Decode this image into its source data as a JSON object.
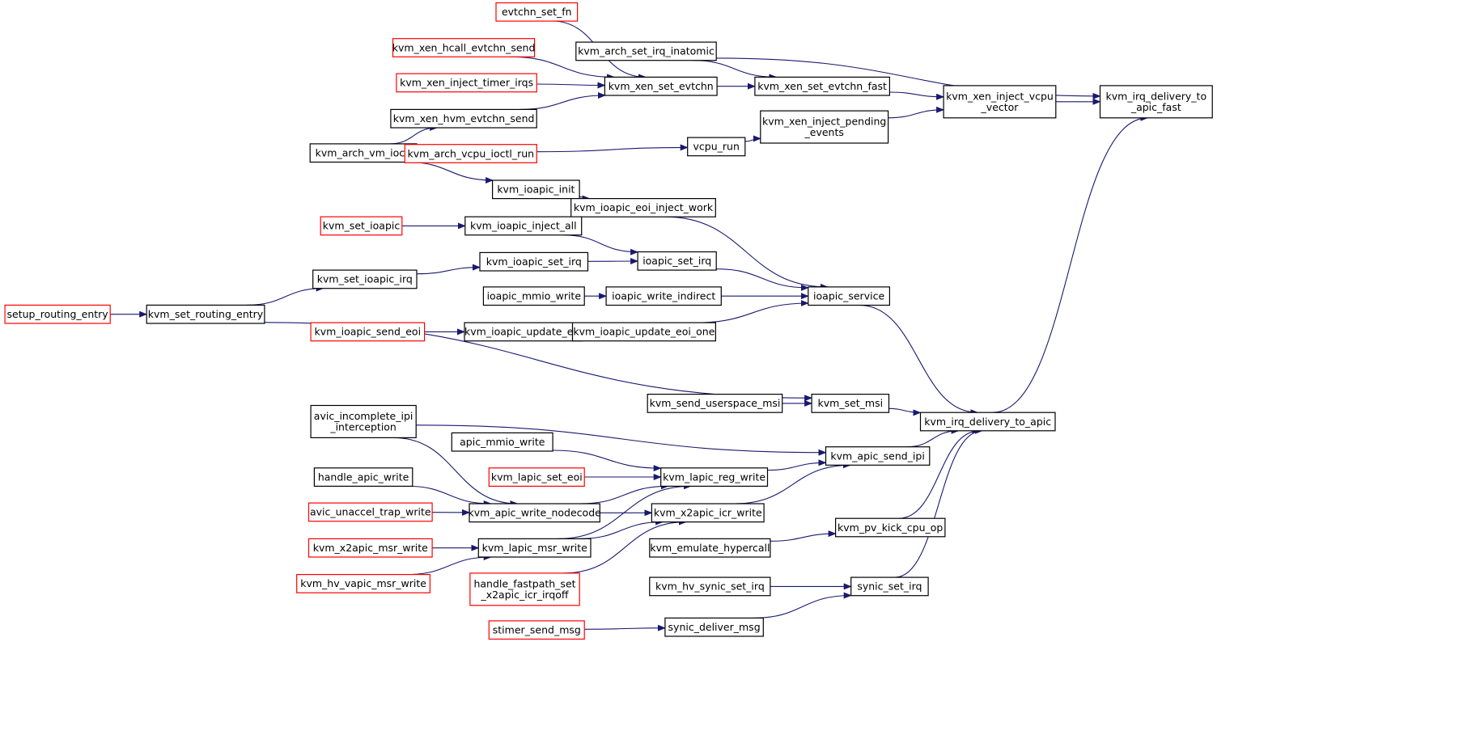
{
  "colors": {
    "edge": "#191970",
    "border_black": "#000000",
    "border_red": "#ff0000",
    "focus_fill": "#bfbfbf"
  },
  "nodes": {
    "kvm_irq_delivery_to_apic_fast": {
      "lines": [
        "kvm_irq_delivery_to",
        "_apic_fast"
      ],
      "style": "focus"
    },
    "kvm_xen_inject_vcpu_vector": {
      "lines": [
        "kvm_xen_inject_vcpu",
        "_vector"
      ],
      "style": "black"
    },
    "kvm_irq_delivery_to_apic": {
      "lines": [
        "kvm_irq_delivery_to_apic"
      ],
      "style": "black"
    },
    "kvm_arch_set_irq_inatomic": {
      "lines": [
        "kvm_arch_set_irq_inatomic"
      ],
      "style": "black"
    },
    "kvm_xen_set_evtchn_fast": {
      "lines": [
        "kvm_xen_set_evtchn_fast"
      ],
      "style": "black"
    },
    "kvm_xen_inject_pending_events": {
      "lines": [
        "kvm_xen_inject_pending",
        "_events"
      ],
      "style": "black"
    },
    "kvm_xen_set_evtchn": {
      "lines": [
        "kvm_xen_set_evtchn"
      ],
      "style": "black"
    },
    "evtchn_set_fn": {
      "lines": [
        "evtchn_set_fn"
      ],
      "style": "red"
    },
    "kvm_xen_hcall_evtchn_send": {
      "lines": [
        "kvm_xen_hcall_evtchn_send"
      ],
      "style": "red"
    },
    "kvm_xen_inject_timer_irqs": {
      "lines": [
        "kvm_xen_inject_timer_irqs"
      ],
      "style": "red"
    },
    "kvm_xen_hvm_evtchn_send": {
      "lines": [
        "kvm_xen_hvm_evtchn_send"
      ],
      "style": "black"
    },
    "kvm_arch_vm_ioctl": {
      "lines": [
        "kvm_arch_vm_ioctl"
      ],
      "style": "black"
    },
    "vcpu_run": {
      "lines": [
        "vcpu_run"
      ],
      "style": "black"
    },
    "kvm_arch_vcpu_ioctl_run": {
      "lines": [
        "kvm_arch_vcpu_ioctl_run"
      ],
      "style": "red"
    },
    "kvm_ioapic_init": {
      "lines": [
        "kvm_ioapic_init"
      ],
      "style": "black"
    },
    "kvm_ioapic_eoi_inject_work": {
      "lines": [
        "kvm_ioapic_eoi_inject_work"
      ],
      "style": "black"
    },
    "kvm_set_ioapic": {
      "lines": [
        "kvm_set_ioapic"
      ],
      "style": "red"
    },
    "kvm_ioapic_inject_all": {
      "lines": [
        "kvm_ioapic_inject_all"
      ],
      "style": "black"
    },
    "ioapic_set_irq": {
      "lines": [
        "ioapic_set_irq"
      ],
      "style": "black"
    },
    "kvm_ioapic_set_irq": {
      "lines": [
        "kvm_ioapic_set_irq"
      ],
      "style": "black"
    },
    "kvm_set_ioapic_irq": {
      "lines": [
        "kvm_set_ioapic_irq"
      ],
      "style": "black"
    },
    "ioapic_mmio_write": {
      "lines": [
        "ioapic_mmio_write"
      ],
      "style": "black"
    },
    "ioapic_write_indirect": {
      "lines": [
        "ioapic_write_indirect"
      ],
      "style": "black"
    },
    "ioapic_service": {
      "lines": [
        "ioapic_service"
      ],
      "style": "black"
    },
    "setup_routing_entry": {
      "lines": [
        "setup_routing_entry"
      ],
      "style": "red"
    },
    "kvm_set_routing_entry": {
      "lines": [
        "kvm_set_routing_entry"
      ],
      "style": "black"
    },
    "kvm_ioapic_send_eoi": {
      "lines": [
        "kvm_ioapic_send_eoi"
      ],
      "style": "red"
    },
    "kvm_ioapic_update_eoi": {
      "lines": [
        "kvm_ioapic_update_eoi"
      ],
      "style": "black"
    },
    "kvm_ioapic_update_eoi_one": {
      "lines": [
        "kvm_ioapic_update_eoi_one"
      ],
      "style": "black"
    },
    "kvm_send_userspace_msi": {
      "lines": [
        "kvm_send_userspace_msi"
      ],
      "style": "black"
    },
    "kvm_set_msi": {
      "lines": [
        "kvm_set_msi"
      ],
      "style": "black"
    },
    "avic_incomplete_ipi_interception": {
      "lines": [
        "avic_incomplete_ipi",
        "_interception"
      ],
      "style": "black"
    },
    "kvm_apic_send_ipi": {
      "lines": [
        "kvm_apic_send_ipi"
      ],
      "style": "black"
    },
    "apic_mmio_write": {
      "lines": [
        "apic_mmio_write"
      ],
      "style": "black"
    },
    "kvm_lapic_set_eoi": {
      "lines": [
        "kvm_lapic_set_eoi"
      ],
      "style": "red"
    },
    "kvm_lapic_reg_write": {
      "lines": [
        "kvm_lapic_reg_write"
      ],
      "style": "black"
    },
    "handle_apic_write": {
      "lines": [
        "handle_apic_write"
      ],
      "style": "black"
    },
    "avic_unaccel_trap_write": {
      "lines": [
        "avic_unaccel_trap_write"
      ],
      "style": "red"
    },
    "kvm_apic_write_nodecode": {
      "lines": [
        "kvm_apic_write_nodecode"
      ],
      "style": "black"
    },
    "kvm_x2apic_icr_write": {
      "lines": [
        "kvm_x2apic_icr_write"
      ],
      "style": "black"
    },
    "kvm_pv_kick_cpu_op": {
      "lines": [
        "kvm_pv_kick_cpu_op"
      ],
      "style": "black"
    },
    "kvm_x2apic_msr_write": {
      "lines": [
        "kvm_x2apic_msr_write"
      ],
      "style": "red"
    },
    "kvm_lapic_msr_write": {
      "lines": [
        "kvm_lapic_msr_write"
      ],
      "style": "black"
    },
    "kvm_emulate_hypercall": {
      "lines": [
        "kvm_emulate_hypercall"
      ],
      "style": "black"
    },
    "kvm_hv_vapic_msr_write": {
      "lines": [
        "kvm_hv_vapic_msr_write"
      ],
      "style": "red"
    },
    "handle_fastpath_set_x2apic_icr_irqoff": {
      "lines": [
        "handle_fastpath_set",
        "_x2apic_icr_irqoff"
      ],
      "style": "red"
    },
    "kvm_hv_synic_set_irq": {
      "lines": [
        "kvm_hv_synic_set_irq"
      ],
      "style": "black"
    },
    "synic_set_irq": {
      "lines": [
        "synic_set_irq"
      ],
      "style": "black"
    },
    "stimer_send_msg": {
      "lines": [
        "stimer_send_msg"
      ],
      "style": "red"
    },
    "synic_deliver_msg": {
      "lines": [
        "synic_deliver_msg"
      ],
      "style": "black"
    }
  },
  "edges": [
    [
      "kvm_xen_inject_vcpu_vector",
      "kvm_irq_delivery_to_apic_fast"
    ],
    [
      "kvm_arch_set_irq_inatomic",
      "kvm_irq_delivery_to_apic_fast"
    ],
    [
      "kvm_irq_delivery_to_apic",
      "kvm_irq_delivery_to_apic_fast"
    ],
    [
      "kvm_xen_set_evtchn_fast",
      "kvm_xen_inject_vcpu_vector"
    ],
    [
      "kvm_xen_inject_pending_events",
      "kvm_xen_inject_vcpu_vector"
    ],
    [
      "kvm_arch_set_irq_inatomic",
      "kvm_xen_set_evtchn_fast"
    ],
    [
      "kvm_xen_set_evtchn",
      "kvm_xen_set_evtchn_fast"
    ],
    [
      "evtchn_set_fn",
      "kvm_xen_set_evtchn"
    ],
    [
      "kvm_xen_hcall_evtchn_send",
      "kvm_xen_set_evtchn"
    ],
    [
      "kvm_xen_inject_timer_irqs",
      "kvm_xen_set_evtchn"
    ],
    [
      "kvm_xen_hvm_evtchn_send",
      "kvm_xen_set_evtchn"
    ],
    [
      "kvm_arch_vm_ioctl",
      "kvm_xen_hvm_evtchn_send"
    ],
    [
      "vcpu_run",
      "kvm_xen_inject_pending_events"
    ],
    [
      "kvm_arch_vcpu_ioctl_run",
      "vcpu_run"
    ],
    [
      "kvm_arch_vm_ioctl",
      "kvm_ioapic_init"
    ],
    [
      "kvm_ioapic_init",
      "kvm_ioapic_eoi_inject_work"
    ],
    [
      "kvm_ioapic_eoi_inject_work",
      "ioapic_service"
    ],
    [
      "kvm_set_ioapic",
      "kvm_ioapic_inject_all"
    ],
    [
      "kvm_ioapic_inject_all",
      "ioapic_set_irq"
    ],
    [
      "kvm_ioapic_set_irq",
      "ioapic_set_irq"
    ],
    [
      "kvm_set_ioapic_irq",
      "kvm_ioapic_set_irq"
    ],
    [
      "ioapic_set_irq",
      "ioapic_service"
    ],
    [
      "ioapic_mmio_write",
      "ioapic_write_indirect"
    ],
    [
      "ioapic_write_indirect",
      "ioapic_service"
    ],
    [
      "kvm_ioapic_update_eoi_one",
      "ioapic_service"
    ],
    [
      "ioapic_service",
      "kvm_irq_delivery_to_apic"
    ],
    [
      "setup_routing_entry",
      "kvm_set_routing_entry"
    ],
    [
      "kvm_set_routing_entry",
      "kvm_set_ioapic_irq"
    ],
    [
      "kvm_set_routing_entry",
      "kvm_set_msi"
    ],
    [
      "kvm_ioapic_send_eoi",
      "kvm_ioapic_update_eoi"
    ],
    [
      "kvm_ioapic_update_eoi",
      "kvm_ioapic_update_eoi_one"
    ],
    [
      "kvm_send_userspace_msi",
      "kvm_set_msi"
    ],
    [
      "kvm_set_msi",
      "kvm_irq_delivery_to_apic"
    ],
    [
      "avic_incomplete_ipi_interception",
      "kvm_apic_send_ipi"
    ],
    [
      "avic_incomplete_ipi_interception",
      "kvm_apic_write_nodecode"
    ],
    [
      "kvm_apic_send_ipi",
      "kvm_irq_delivery_to_apic"
    ],
    [
      "apic_mmio_write",
      "kvm_lapic_reg_write"
    ],
    [
      "kvm_lapic_set_eoi",
      "kvm_lapic_reg_write"
    ],
    [
      "kvm_lapic_reg_write",
      "kvm_apic_send_ipi"
    ],
    [
      "handle_apic_write",
      "kvm_apic_write_nodecode"
    ],
    [
      "avic_unaccel_trap_write",
      "kvm_apic_write_nodecode"
    ],
    [
      "kvm_apic_write_nodecode",
      "kvm_lapic_reg_write"
    ],
    [
      "kvm_apic_write_nodecode",
      "kvm_x2apic_icr_write"
    ],
    [
      "kvm_x2apic_icr_write",
      "kvm_apic_send_ipi"
    ],
    [
      "kvm_x2apic_msr_write",
      "kvm_lapic_msr_write"
    ],
    [
      "kvm_hv_vapic_msr_write",
      "kvm_lapic_msr_write"
    ],
    [
      "kvm_lapic_msr_write",
      "kvm_lapic_reg_write"
    ],
    [
      "kvm_lapic_msr_write",
      "kvm_x2apic_icr_write"
    ],
    [
      "handle_fastpath_set_x2apic_icr_irqoff",
      "kvm_x2apic_icr_write"
    ],
    [
      "kvm_emulate_hypercall",
      "kvm_pv_kick_cpu_op"
    ],
    [
      "kvm_pv_kick_cpu_op",
      "kvm_irq_delivery_to_apic"
    ],
    [
      "kvm_hv_synic_set_irq",
      "synic_set_irq"
    ],
    [
      "synic_deliver_msg",
      "synic_set_irq"
    ],
    [
      "synic_set_irq",
      "kvm_irq_delivery_to_apic"
    ],
    [
      "stimer_send_msg",
      "synic_deliver_msg"
    ]
  ]
}
